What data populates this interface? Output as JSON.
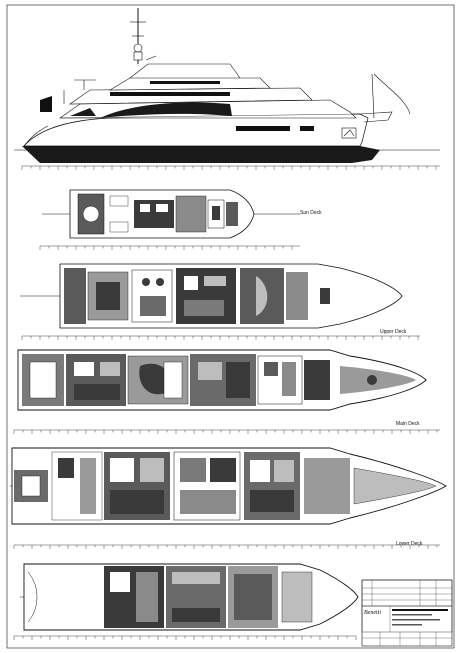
{
  "decks": {
    "sun": "Sun Deck",
    "upper": "Upper Deck",
    "main": "Main Deck",
    "lower": "Lower Deck"
  },
  "title_block": {
    "brand": "Benetti"
  },
  "colors": {
    "ink": "#111111",
    "hull_fill": "#1a1a1a",
    "deck_grey": "#7a7a7a",
    "dark_grey": "#3a3a3a",
    "light_grey": "#bdbdbd"
  }
}
